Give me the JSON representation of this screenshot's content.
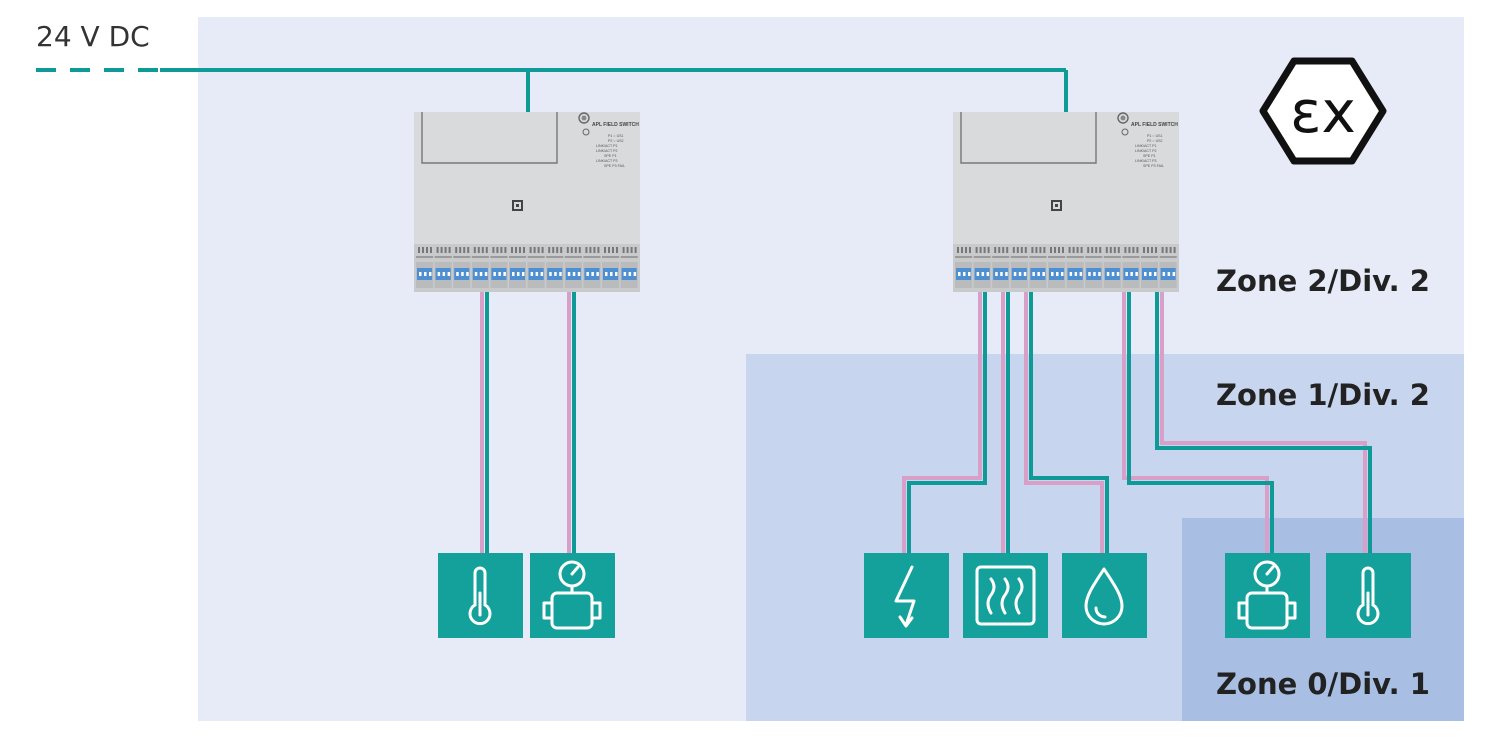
{
  "supply": {
    "label": "24 V DC"
  },
  "zones": {
    "zone2": "Zone 2/Div. 2",
    "zone1": "Zone 1/Div. 2",
    "zone0": "Zone 0/Div. 1"
  },
  "switches": [
    {
      "title": "APL FIELD SWITCH",
      "status_lines": [
        "P1 ○ US1",
        "P2 ○ US2",
        "LINK/ACT P1",
        "LINK/ACT P2",
        "SPE P1",
        "LINK/ACT P3",
        "SPE P3 FAIL"
      ]
    },
    {
      "title": "APL FIELD SWITCH",
      "status_lines": [
        "P1 ○ US1",
        "P2 ○ US2",
        "LINK/ACT P1",
        "LINK/ACT P2",
        "SPE P1",
        "LINK/ACT P3",
        "SPE P3 FAIL"
      ]
    }
  ],
  "devices": [
    {
      "icon": "thermometer-icon",
      "zone": "Zone 2/Div. 2"
    },
    {
      "icon": "pressure-gauge-icon",
      "zone": "Zone 2/Div. 2"
    },
    {
      "icon": "lightning-icon",
      "zone": "Zone 1/Div. 2"
    },
    {
      "icon": "heat-waves-icon",
      "zone": "Zone 1/Div. 2"
    },
    {
      "icon": "water-drop-icon",
      "zone": "Zone 1/Div. 2"
    },
    {
      "icon": "pressure-gauge-icon",
      "zone": "Zone 0/Div. 1"
    },
    {
      "icon": "thermometer-icon",
      "zone": "Zone 0/Div. 1"
    }
  ],
  "symbols": {
    "ex_mark": "εx"
  },
  "colors": {
    "zone2": "#e6ebf7",
    "zone1": "#c8d5ee",
    "zone0": "#a8bfe3",
    "teal": "#0e9a96",
    "pink": "#d8a0c8",
    "device_bg": "#14a19b",
    "switch_body": "#d9dadb",
    "terminal": "#4d8fd0"
  }
}
